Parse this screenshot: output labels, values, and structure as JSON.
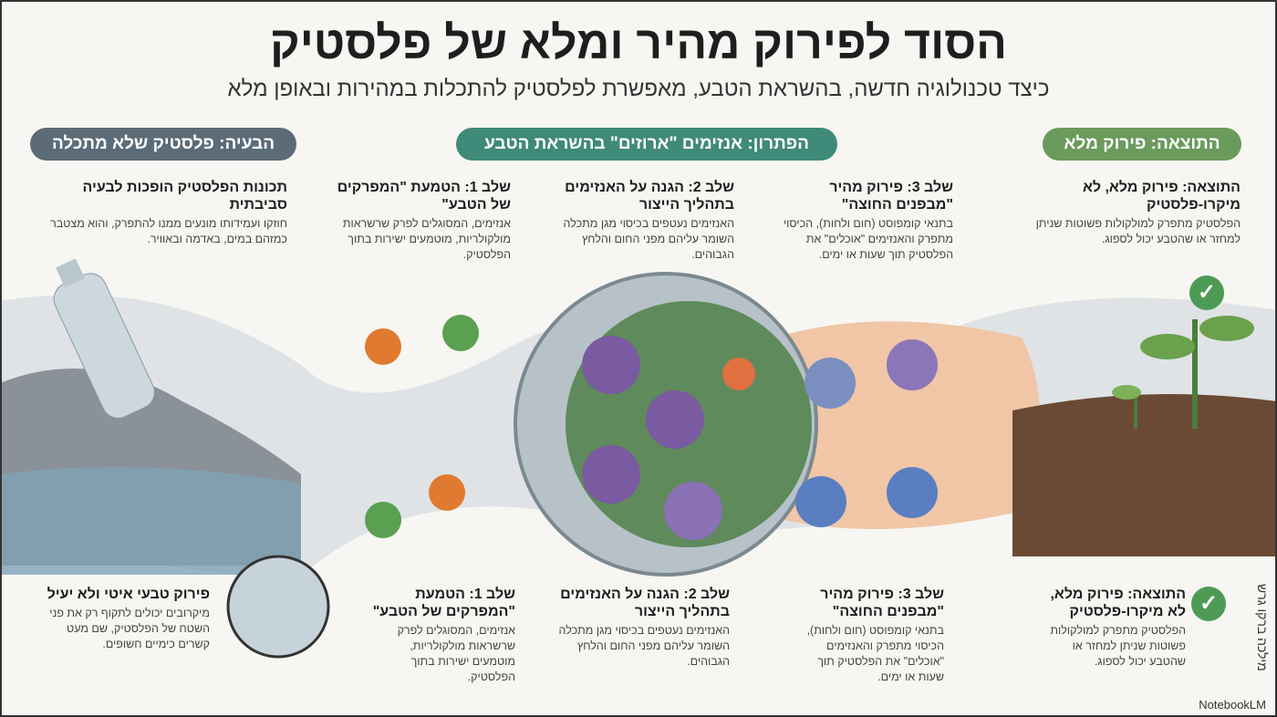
{
  "title": "הסוד לפירוק מהיר ומלא של פלסטיק",
  "subtitle": "כיצד טכנולוגיה חדשה, בהשראת הטבע, מאפשרת לפלסטיק להתכלות במהירות ובאופן מלא",
  "sections": {
    "problem": "הבעיה: פלסטיק שלא מתכלה",
    "solution": "הפתרון: אנזימים \"ארוזים\" בהשראת הטבע",
    "result": "התוצאה: פירוק מלא"
  },
  "colors": {
    "problem": "#5b6b78",
    "solution": "#3f8a78",
    "result": "#6a9a5c"
  },
  "top_blocks": [
    {
      "title": "תכונות הפלסטיק הופכות לבעיה סביבתית",
      "text": "חוזקו ועמידותו מונעים ממנו להתפרק, והוא מצטבר כמזהם במים, באדמה ובאוויר."
    },
    {
      "title": "שלב 1: הטמעת \"המפרקים של הטבע\"",
      "text": "אנזימים, המסוגלים לפרק שרשראות מולקולריות, מוטמעים ישירות בתוך הפלסטיק."
    },
    {
      "title": "שלב 2: הגנה על האנזימים בתהליך הייצור",
      "text": "האנזימים נעטפים בכיסוי מגן מתכלה השומר עליהם מפני החום והלחץ הגבוהים."
    },
    {
      "title": "שלב 3: פירוק מהיר \"מבפנים החוצה\"",
      "text": "בתנאי קומפוסט (חום ולחות), הכיסוי מתפרק והאנזימים \"אוכלים\" את הפלסטיק תוך שעות או ימים."
    },
    {
      "title": "התוצאה: פירוק מלא, לא מיקרו-פלסטיק",
      "text": "הפלסטיק מתפרק למולקולות פשוטות שניתן למחזר או שהטבע יכול לספוג."
    }
  ],
  "bottom_blocks": [
    {
      "title": "פירוק טבעי איטי ולא יעיל",
      "text": "מיקרובים יכולים לתקוף רק את פני השטח של הפלסטיק, שם מעט קשרים כימיים חשופים."
    },
    {
      "title": "שלב 1: הטמעת \"המפרקים של הטבע\"",
      "text": "אנזימים, המסוגלים לפרק שרשראות מולקולריות, מוטמעים ישירות בתוך הפלסטיק."
    },
    {
      "title": "שלב 2: הגנה על האנזימים בתהליך הייצור",
      "text": "האנזימים נעטפים בכיסוי מגן מתכלה השומר עליהם מפני החום והלחץ הגבוהים."
    },
    {
      "title": "שלב 3: פירוק מהיר \"מבפנים החוצה\"",
      "text": "בתנאי קומפוסט (חום ולחות), הכיסוי מתפרק והאנזימים \"אוכלים\" את הפלסטיק תוך שעות או ימים."
    },
    {
      "title": "התוצאה: פירוק מלא, לא מיקרו-פלסטיק",
      "text": "הפלסטיק מתפרק למולקולות פשוטות שניתן למחזר או שהטבע יכול לספוג."
    }
  ],
  "check_icon": "✓",
  "author": "מילכה ברקו גרש",
  "brand": "NotebookLM"
}
